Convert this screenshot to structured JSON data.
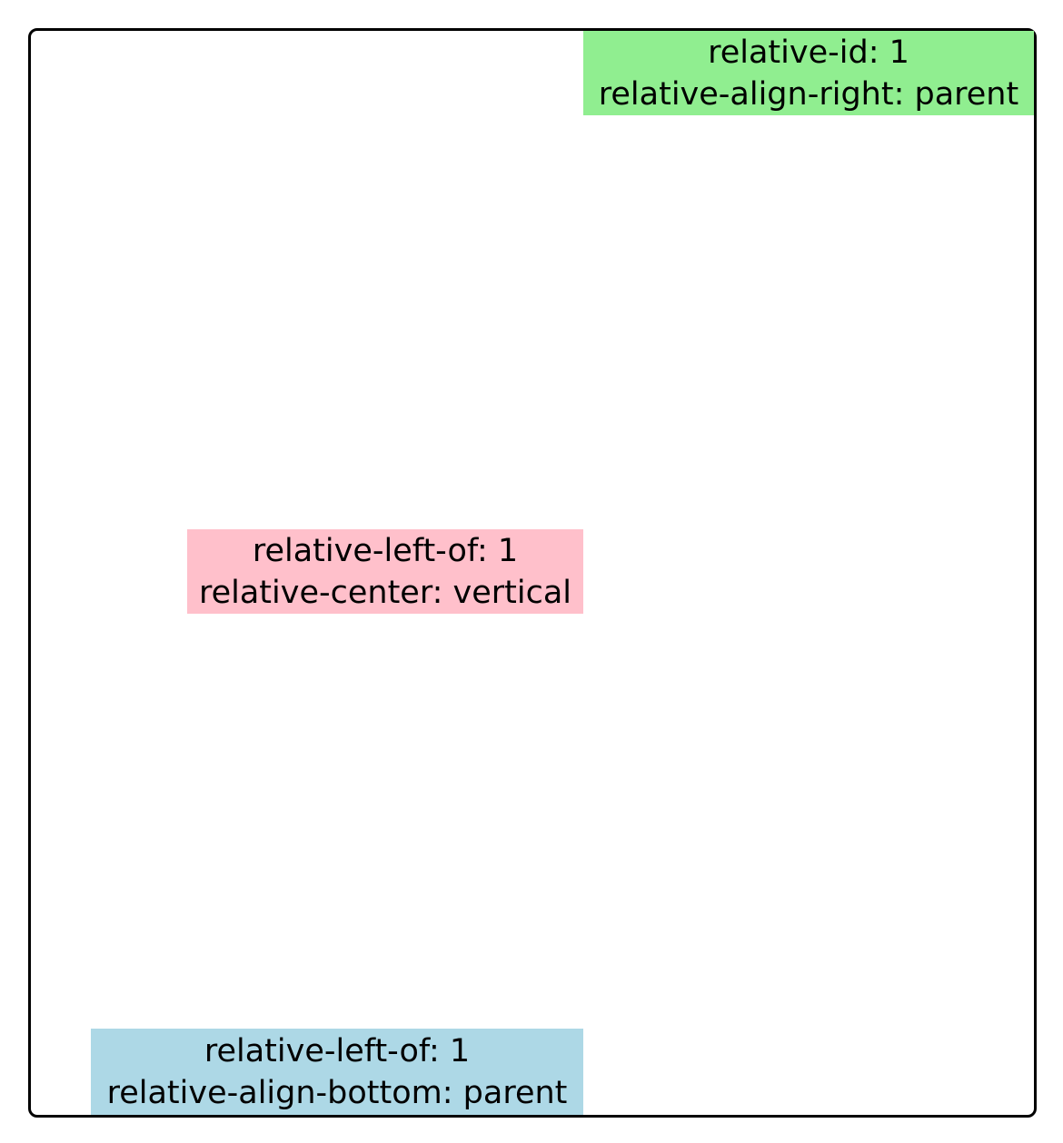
{
  "colors": {
    "border": "#000000",
    "green": "#90ee90",
    "pink": "#ffc0cb",
    "blue": "#add8e6"
  },
  "boxes": {
    "green": {
      "line1": "relative-id: 1",
      "line2": "relative-align-right: parent"
    },
    "pink": {
      "line1": "relative-left-of: 1",
      "line2": "relative-center: vertical"
    },
    "blue": {
      "line1": "relative-left-of: 1",
      "line2": "relative-align-bottom: parent"
    }
  }
}
